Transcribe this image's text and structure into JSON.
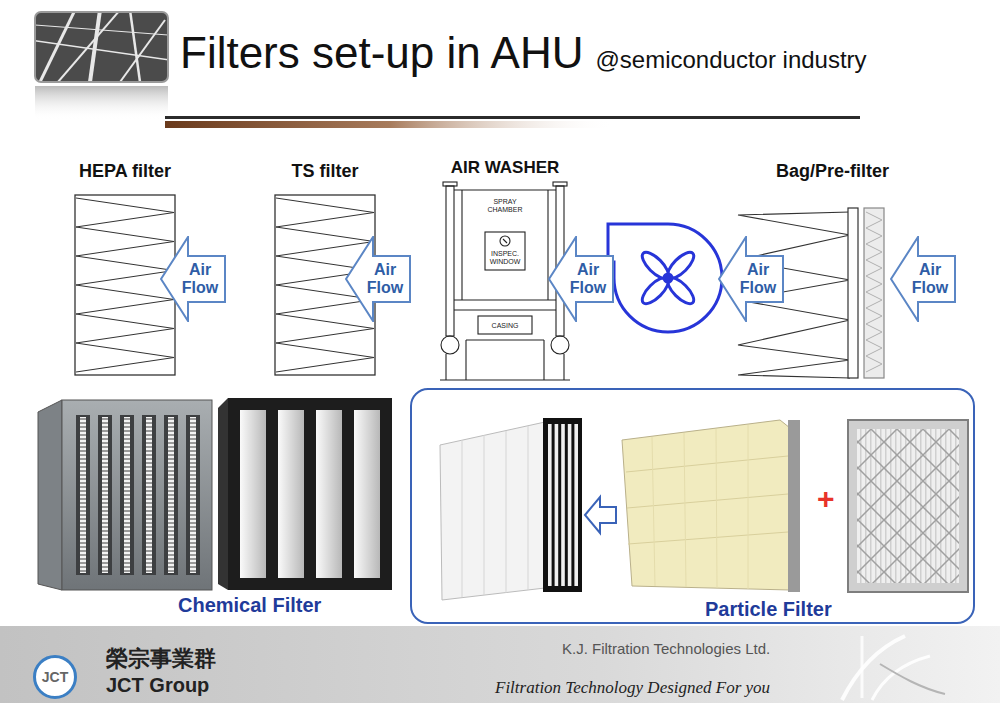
{
  "diagram": {
    "title": "Filters set-up in AHU",
    "nodes": [
      {
        "text": [
          "HEPA filter"
        ]
      },
      {
        "text": [
          "Air Flow"
        ]
      },
      {
        "text": [
          "TS filter"
        ]
      },
      {
        "text": [
          "Air Flow"
        ]
      },
      {
        "text": [
          "AIR WASHER",
          "SPRAY CHAMBER",
          "INSPEC. WINDOW",
          "CASING"
        ]
      },
      {
        "text": [
          "Air Flow"
        ]
      },
      {
        "text": [
          "Air Flow"
        ]
      },
      {
        "text": [
          "Bag/Pre-filter"
        ]
      },
      {
        "text": [
          "Air Flow"
        ]
      },
      {
        "text": [
          "Particle Filter"
        ]
      },
      {
        "text": [
          "JCT"
        ]
      }
    ],
    "labels": [
      "@semiconductor industry",
      "Chemical Filter",
      "+",
      "榮宗事業群",
      "JCT Group",
      "K.J. Filtration Technologies Ltd.",
      "Filtration Technology Designed For you"
    ]
  }
}
